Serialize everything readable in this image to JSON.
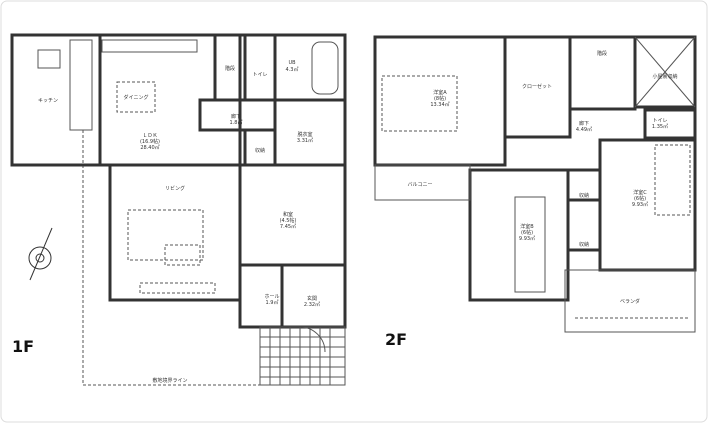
{
  "floor_1": {
    "label": "1F",
    "rooms": {
      "kitchen": "キッチン",
      "dining": "ダイニング",
      "ldk": "ＬＤＫ",
      "ldk_size": "(16.9帖)",
      "ldk_area": "28.40㎡",
      "living": "リビング",
      "stairs": "階段",
      "toilet": "トイレ",
      "ub": "UB",
      "ub_area": "4.3㎡",
      "hallway": "廊下",
      "hallway_area": "1.8㎡",
      "washroom": "脱衣室",
      "washroom_area": "3.31㎡",
      "storage": "収納",
      "japanese_room": "和室",
      "japanese_room_size": "(4.5帖)",
      "japanese_room_area": "7.45㎡",
      "hall": "ホール",
      "hall_area": "1.9㎡",
      "entrance": "玄関",
      "entrance_area": "2.32㎡",
      "boundary_line": "敷地境界ライン"
    }
  },
  "floor_2": {
    "label": "2F",
    "rooms": {
      "western_room_1": "洋室A",
      "western_room_1_size": "(8帖)",
      "western_room_1_area": "13.34㎡",
      "closet": "クローゼット",
      "stairs": "階段",
      "attic_storage": "小屋裏収納",
      "toilet": "トイレ",
      "toilet_area": "1.35㎡",
      "hallway": "廊下",
      "hallway_area": "4.49㎡",
      "western_room_2": "洋室C",
      "western_room_2_size": "(6帖)",
      "western_room_2_area": "9.93㎡",
      "storage_1": "収納",
      "storage_2": "収納",
      "western_room_3": "洋室B",
      "western_room_3_size": "(6帖)",
      "western_room_3_area": "9.93㎡",
      "balcony": "バルコニー",
      "veranda": "ベランダ"
    }
  },
  "colors": {
    "wall": "#333333",
    "background": "#ffffff"
  }
}
